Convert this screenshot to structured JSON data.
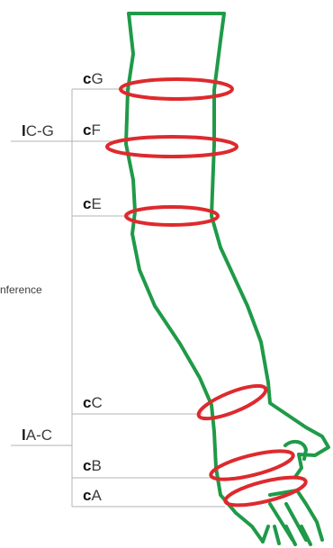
{
  "colors": {
    "limb_outline": "#1f9a48",
    "ring": "#dd2a2e",
    "guide_line": "#b3b3b3",
    "text": "#3c3c3c"
  },
  "points": [
    {
      "prefix": "c",
      "letter": "G"
    },
    {
      "prefix": "c",
      "letter": "F"
    },
    {
      "prefix": "c",
      "letter": "E"
    },
    {
      "prefix": "c",
      "letter": "C"
    },
    {
      "prefix": "c",
      "letter": "B"
    },
    {
      "prefix": "c",
      "letter": "A"
    }
  ],
  "lengths": [
    {
      "prefix": "l",
      "range": "C-G"
    },
    {
      "prefix": "l",
      "range": "A-C"
    }
  ],
  "side_label": "nference"
}
